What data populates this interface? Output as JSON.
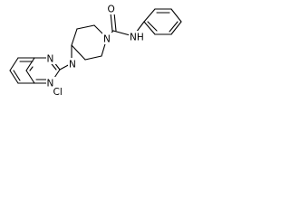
{
  "molecule": {
    "atoms": [
      {
        "id": "n_amide",
        "symbol": "NH"
      },
      {
        "id": "o_carbonyl",
        "symbol": "O"
      },
      {
        "id": "n_pip_1",
        "symbol": "N"
      },
      {
        "id": "n_pip_4",
        "symbol": "N"
      },
      {
        "id": "n_qx_1",
        "symbol": "N"
      },
      {
        "id": "n_qx_4",
        "symbol": "N"
      },
      {
        "id": "cl",
        "symbol": "Cl"
      }
    ]
  }
}
